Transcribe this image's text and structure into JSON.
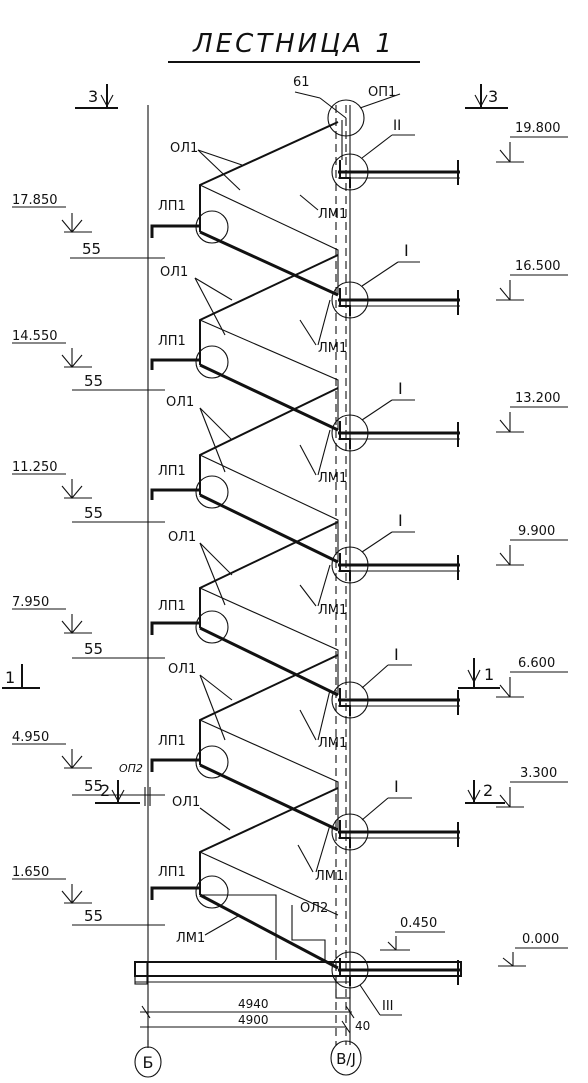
{
  "title": "ЛЕСТНИЦА 1",
  "sections": {
    "top": "3",
    "middle": "1",
    "bottom": "2"
  },
  "levels_left": [
    "17.850",
    "14.550",
    "11.250",
    "7.950",
    "4.950",
    "1.650"
  ],
  "levels_right": [
    "19.800",
    "16.500",
    "13.200",
    "9.900",
    "6.600",
    "3.300",
    "0.450",
    "0.000"
  ],
  "labels": {
    "landing_plate": "ЛП1",
    "flight": "ЛМ1",
    "support_beam": "ОЛ1",
    "support_beam_2": "ОЛ2",
    "top_support": "ОП1",
    "top_mark": "61",
    "gap": "55",
    "small_plate": "ОП2",
    "node_1": "I",
    "node_2": "II",
    "node_3": "III"
  },
  "dimensions": {
    "total": "4940",
    "span": "4900",
    "offset": "40"
  },
  "axes": {
    "left": "Б",
    "right": "В/Ј"
  }
}
